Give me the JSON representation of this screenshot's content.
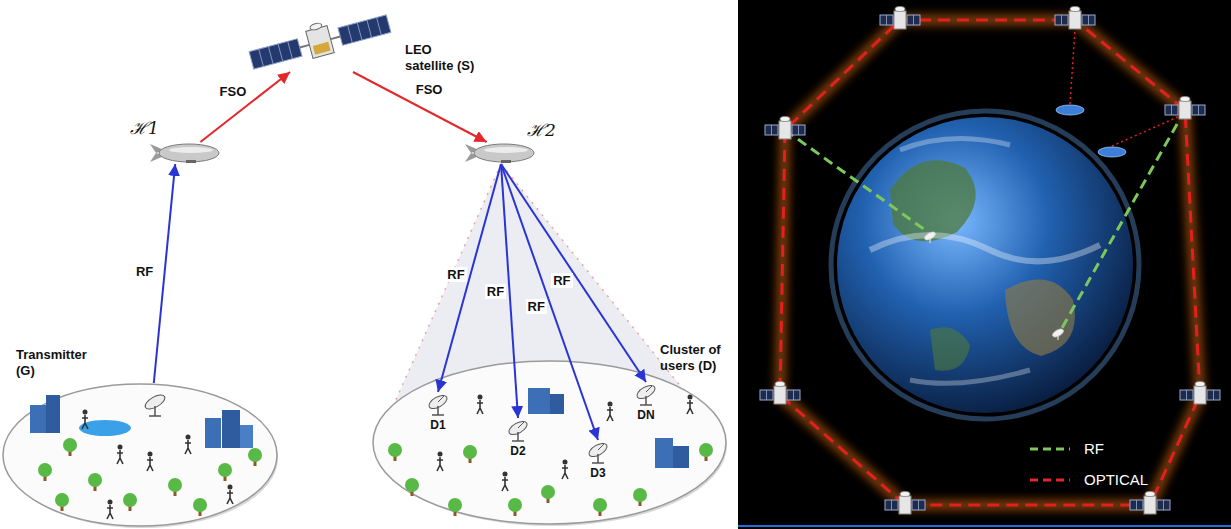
{
  "diagram": {
    "nodes": [
      {
        "text": [
          "LEO satellite (S)"
        ]
      },
      {
        "text": [
          "ℋ1"
        ]
      },
      {
        "text": [
          "ℋ2"
        ]
      },
      {
        "text": [
          "Transmitter (G)"
        ]
      },
      {
        "text": [
          "Cluster of users (D)"
        ]
      },
      {
        "text": [
          "D1"
        ],
        "in": 4
      },
      {
        "text": [
          "D2"
        ],
        "in": 4
      },
      {
        "text": [
          "D3"
        ],
        "in": 4
      },
      {
        "text": [
          "DN"
        ],
        "in": 4
      }
    ],
    "edges": [
      {
        "from": 3,
        "to": 1,
        "label": "RF",
        "arrow": "to"
      },
      {
        "from": 1,
        "to": 0,
        "label": "FSO",
        "arrow": "to"
      },
      {
        "from": 0,
        "to": 2,
        "label": "FSO",
        "arrow": "to"
      },
      {
        "from": 2,
        "to": 5,
        "label": "RF",
        "arrow": "to"
      },
      {
        "from": 2,
        "to": 6,
        "label": "RF",
        "arrow": "to"
      },
      {
        "from": 2,
        "to": 7,
        "label": "RF",
        "arrow": "to"
      },
      {
        "from": 2,
        "to": 8,
        "label": "RF",
        "arrow": "to"
      }
    ],
    "legend": [
      {
        "text": "RF"
      },
      {
        "text": "OPTICAL"
      }
    ]
  }
}
